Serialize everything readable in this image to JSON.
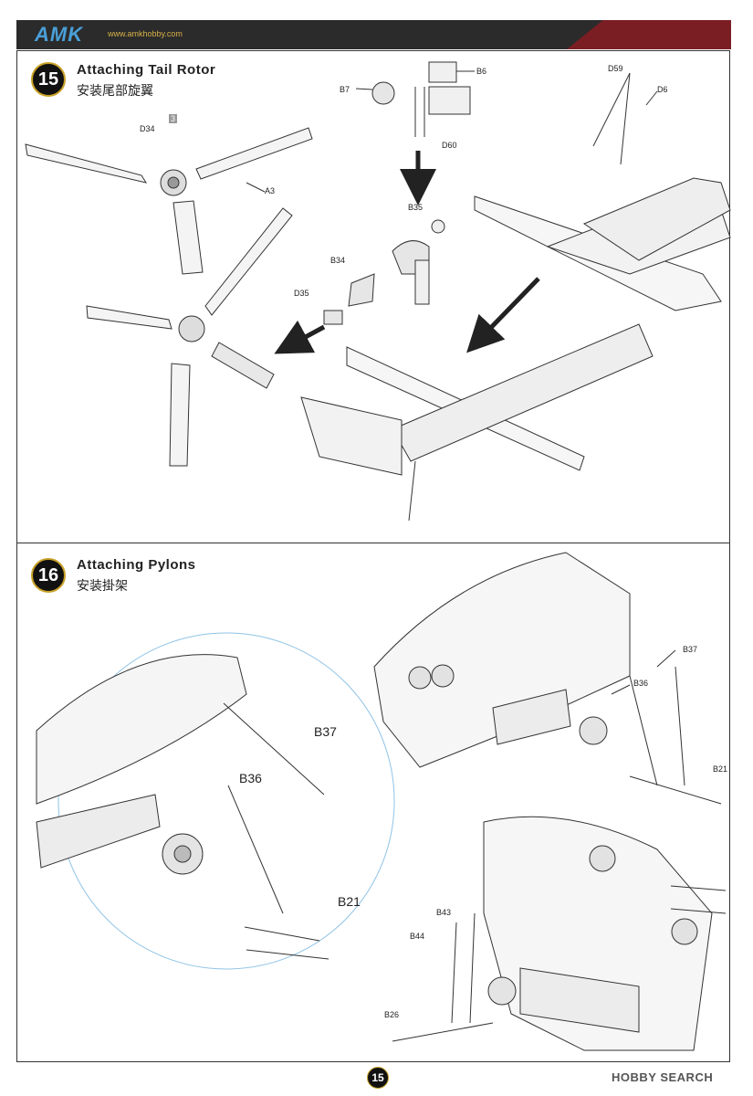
{
  "header": {
    "brand": "AMK",
    "url": "www.amkhobby.com"
  },
  "steps": [
    {
      "number": "15",
      "title": "Attaching Tail Rotor",
      "subtitle": "安装尾部旋翼",
      "parts": [
        "B6",
        "B7",
        "D59",
        "D6",
        "D34",
        "D60",
        "A3",
        "B35",
        "B34",
        "D35"
      ],
      "sub_badge": "3"
    },
    {
      "number": "16",
      "title": "Attaching Pylons",
      "subtitle": "安装掛架",
      "detail_parts": [
        "B37",
        "B36",
        "B21"
      ],
      "parts": [
        "B37",
        "B36",
        "B21",
        "B43",
        "B44",
        "B26"
      ]
    }
  ],
  "footer": {
    "page_number": "15",
    "watermark": "HOBBY SEARCH"
  },
  "colors": {
    "header_bg": "#2b2b2b",
    "header_accent": "#7a1e24",
    "brand": "#4a9fd8",
    "url": "#d8b24a",
    "badge_ring": "#c9a227"
  }
}
